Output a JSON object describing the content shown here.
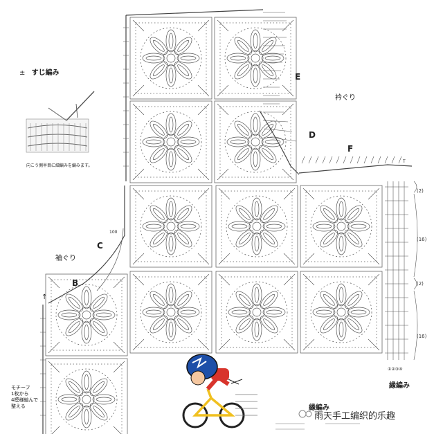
{
  "legend": {
    "symbol": "±",
    "title": "すじ編み",
    "caption": "向こう側半目に細編みを編みます。"
  },
  "labels": {
    "E": "E",
    "D": "D",
    "F": "F",
    "C": "C",
    "B": "B",
    "neckline": "衿ぐり",
    "armhole": "袖ぐり",
    "edging": "縁編み",
    "edging_bottom": "縁編み",
    "motif_note_1": "モチーフ",
    "motif_note_2": "1枚から",
    "motif_note_3": "4模様編んで",
    "motif_note_4": "整える",
    "count_100": "100",
    "round_marks": "①②③④",
    "mark_t": "T",
    "arrow_up": "↑"
  },
  "measurements": [
    "(2)",
    "(16)",
    "(2)",
    "(16)"
  ],
  "watermark": "雨天手工编织的乐趣",
  "colors": {
    "line": "#444444",
    "cyclist_helmet": "#1e4fa8",
    "cyclist_jersey": "#d8342c",
    "bike_frame": "#f0c020"
  },
  "icons": [
    "cyclist-icon",
    "watermark-icon"
  ]
}
